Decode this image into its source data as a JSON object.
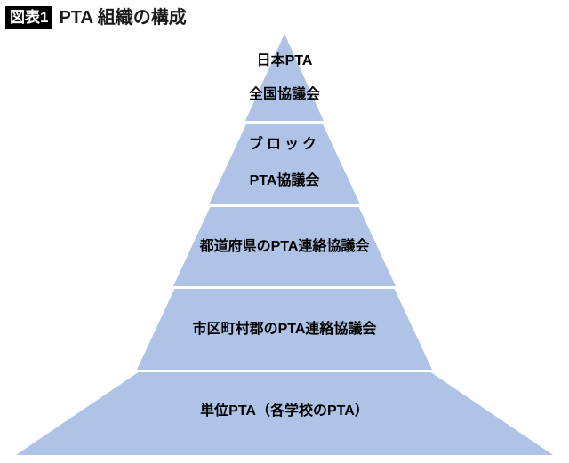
{
  "header": {
    "badge": "図表1",
    "title": "PTA 組織の構成"
  },
  "colors": {
    "pyramid_fill": "#aec3e6",
    "divider": "#ffffff",
    "badge_bg": "#000000",
    "badge_text": "#ffffff",
    "label_text": "#000000",
    "background": "#ffffff"
  },
  "chart_data": {
    "type": "pyramid",
    "title": "PTA 組織の構成",
    "orientation": "apex-top",
    "tier_count": 5,
    "tiers": [
      {
        "level": 1,
        "position": "top",
        "lines": [
          "日本PTA",
          "全国協議会"
        ],
        "text": "日本PTA全国協議会"
      },
      {
        "level": 2,
        "position": "second",
        "lines": [
          "ブロック",
          "PTA協議会"
        ],
        "text": "ブロックPTA協議会"
      },
      {
        "level": 3,
        "position": "third",
        "lines": [
          "都道府県のPTA連絡協議会"
        ],
        "text": "都道府県のPTA連絡協議会"
      },
      {
        "level": 4,
        "position": "fourth",
        "lines": [
          "市区町村郡のPTA連絡協議会"
        ],
        "text": "市区町村郡のPTA連絡協議会"
      },
      {
        "level": 5,
        "position": "base",
        "lines": [
          "単位PTA（各学校のPTA）"
        ],
        "text": "単位PTA（各学校のPTA）"
      }
    ]
  },
  "labels": {
    "t1a": "日本PTA",
    "t1b": "全国協議会",
    "t2a": "ブロック",
    "t2b": "PTA協議会",
    "t3": "都道府県のPTA連絡協議会",
    "t4": "市区町村郡のPTA連絡協議会",
    "t5": "単位PTA（各学校のPTA）"
  }
}
